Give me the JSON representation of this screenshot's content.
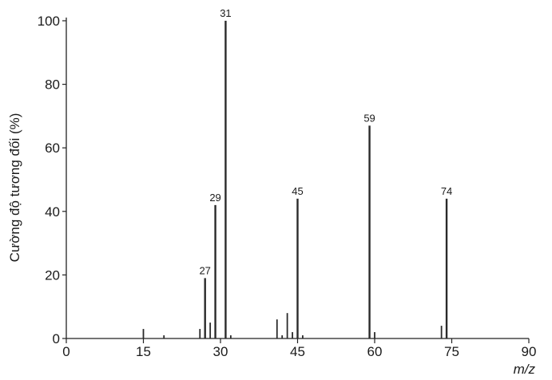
{
  "chart_data": {
    "type": "bar",
    "xlabel": "m/z",
    "ylabel": "Cường độ tương đối (%)",
    "xlim": [
      0,
      90
    ],
    "ylim": [
      0,
      100
    ],
    "xticks": [
      0,
      15,
      30,
      45,
      60,
      75,
      90
    ],
    "yticks": [
      0,
      20,
      40,
      60,
      80,
      100
    ],
    "grid": false,
    "peaks": [
      {
        "x": 15,
        "y": 3
      },
      {
        "x": 19,
        "y": 1
      },
      {
        "x": 26,
        "y": 3
      },
      {
        "x": 27,
        "y": 19,
        "label": "27"
      },
      {
        "x": 28,
        "y": 5
      },
      {
        "x": 29,
        "y": 42,
        "label": "29"
      },
      {
        "x": 31,
        "y": 100,
        "label": "31"
      },
      {
        "x": 32,
        "y": 1
      },
      {
        "x": 41,
        "y": 6
      },
      {
        "x": 42,
        "y": 1
      },
      {
        "x": 43,
        "y": 8
      },
      {
        "x": 44,
        "y": 2
      },
      {
        "x": 45,
        "y": 44,
        "label": "45"
      },
      {
        "x": 46,
        "y": 1
      },
      {
        "x": 59,
        "y": 67,
        "label": "59"
      },
      {
        "x": 60,
        "y": 2
      },
      {
        "x": 73,
        "y": 4
      },
      {
        "x": 74,
        "y": 44,
        "label": "74"
      }
    ]
  },
  "colors": {
    "peak": "#2a2a2a",
    "axis": "#222222",
    "text": "#1a1a1a"
  }
}
